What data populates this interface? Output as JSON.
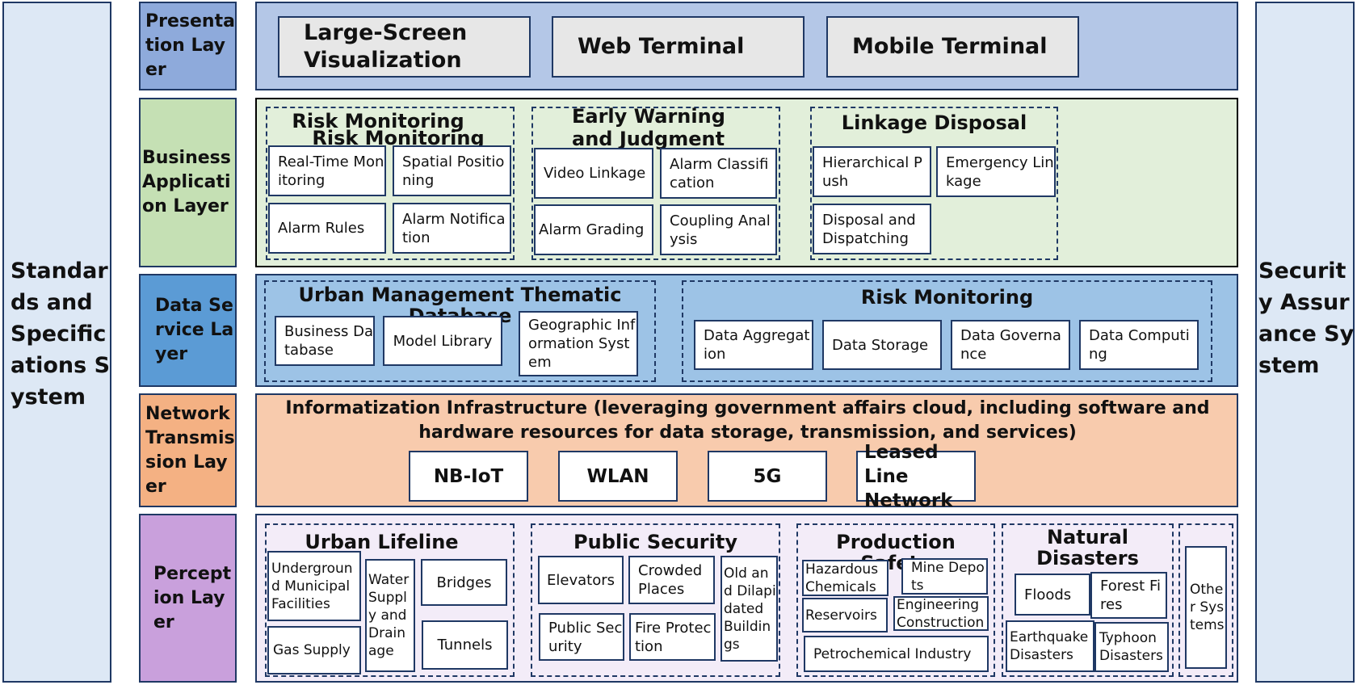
{
  "left_sidebar": {
    "label": "Standards and Specifications System"
  },
  "right_sidebar": {
    "label": "Security Assurance System"
  },
  "layers": {
    "presentation": {
      "label": "Presentation Layer",
      "items": [
        "Large-Screen Visualization",
        "Web Terminal",
        "Mobile Terminal"
      ]
    },
    "business": {
      "label": "Business Application Layer",
      "groups": [
        {
          "title": "Risk Monitoring",
          "title_dup": "Risk Monitoring",
          "items": [
            "Real-Time Monitoring",
            "Spatial Positioning",
            "Alarm Rules",
            "Alarm Notification"
          ]
        },
        {
          "title": "Early Warning and Judgment",
          "items": [
            "Video Linkage",
            "Alarm Classification",
            "Alarm Grading",
            "Coupling Analysis"
          ]
        },
        {
          "title": "Linkage Disposal",
          "items": [
            "Hierarchical Push",
            "Emergency Linkage",
            "Disposal and Dispatching"
          ]
        }
      ]
    },
    "data_service": {
      "label": "Data Service Layer",
      "groups": [
        {
          "title": "Urban Management Thematic Database",
          "items": [
            "Business Database",
            "Model Library",
            "Geographic Information System"
          ]
        },
        {
          "title": "Risk Monitoring",
          "items": [
            "Data Aggregation",
            "Data Storage",
            "Data Governance",
            "Data Computing"
          ]
        }
      ]
    },
    "network": {
      "label": "Network Transmission Layer",
      "title": "Informatization Infrastructure (leveraging government affairs cloud, including software and hardware resources for data storage, transmission, and services)",
      "items": [
        "NB-IoT",
        "WLAN",
        "5G",
        "Leased Line Network"
      ]
    },
    "perception": {
      "label": "Perception Layer",
      "groups": [
        {
          "title": "Urban Lifeline",
          "items": [
            "Underground Municipal Facilities",
            "Water Supply and Drainage",
            "Bridges",
            "Gas Supply",
            "Tunnels"
          ]
        },
        {
          "title": "Public Security",
          "items": [
            "Elevators",
            "Crowded Places",
            "Old and Dilapidated Buildings",
            "Public Security",
            "Fire Protection"
          ]
        },
        {
          "title": "Production Safety",
          "items": [
            "Hazardous Chemicals",
            "Mine Depots",
            "Reservoirs",
            "Engineering Construction",
            "Petrochemical Industry"
          ]
        },
        {
          "title": "Natural Disasters",
          "items": [
            "Floods",
            "Forest Fires",
            "Earthquake Disasters",
            "Typhoon Disasters"
          ]
        },
        {
          "title": "",
          "items": [
            "Other Systems"
          ]
        }
      ]
    }
  },
  "colors": {
    "border": "#1f3864",
    "presentation_label": "#8eaadb",
    "presentation_panel": "#b4c7e7",
    "business_label": "#c5e0b4",
    "business_panel": "#e2efda",
    "data_label": "#5b9bd5",
    "data_panel": "#9dc3e6",
    "network_label": "#f4b183",
    "network_panel": "#f8cbad",
    "perception_label": "#c9a0dc",
    "perception_panel": "#f3ecf8",
    "side_panel": "#dde8f5"
  }
}
